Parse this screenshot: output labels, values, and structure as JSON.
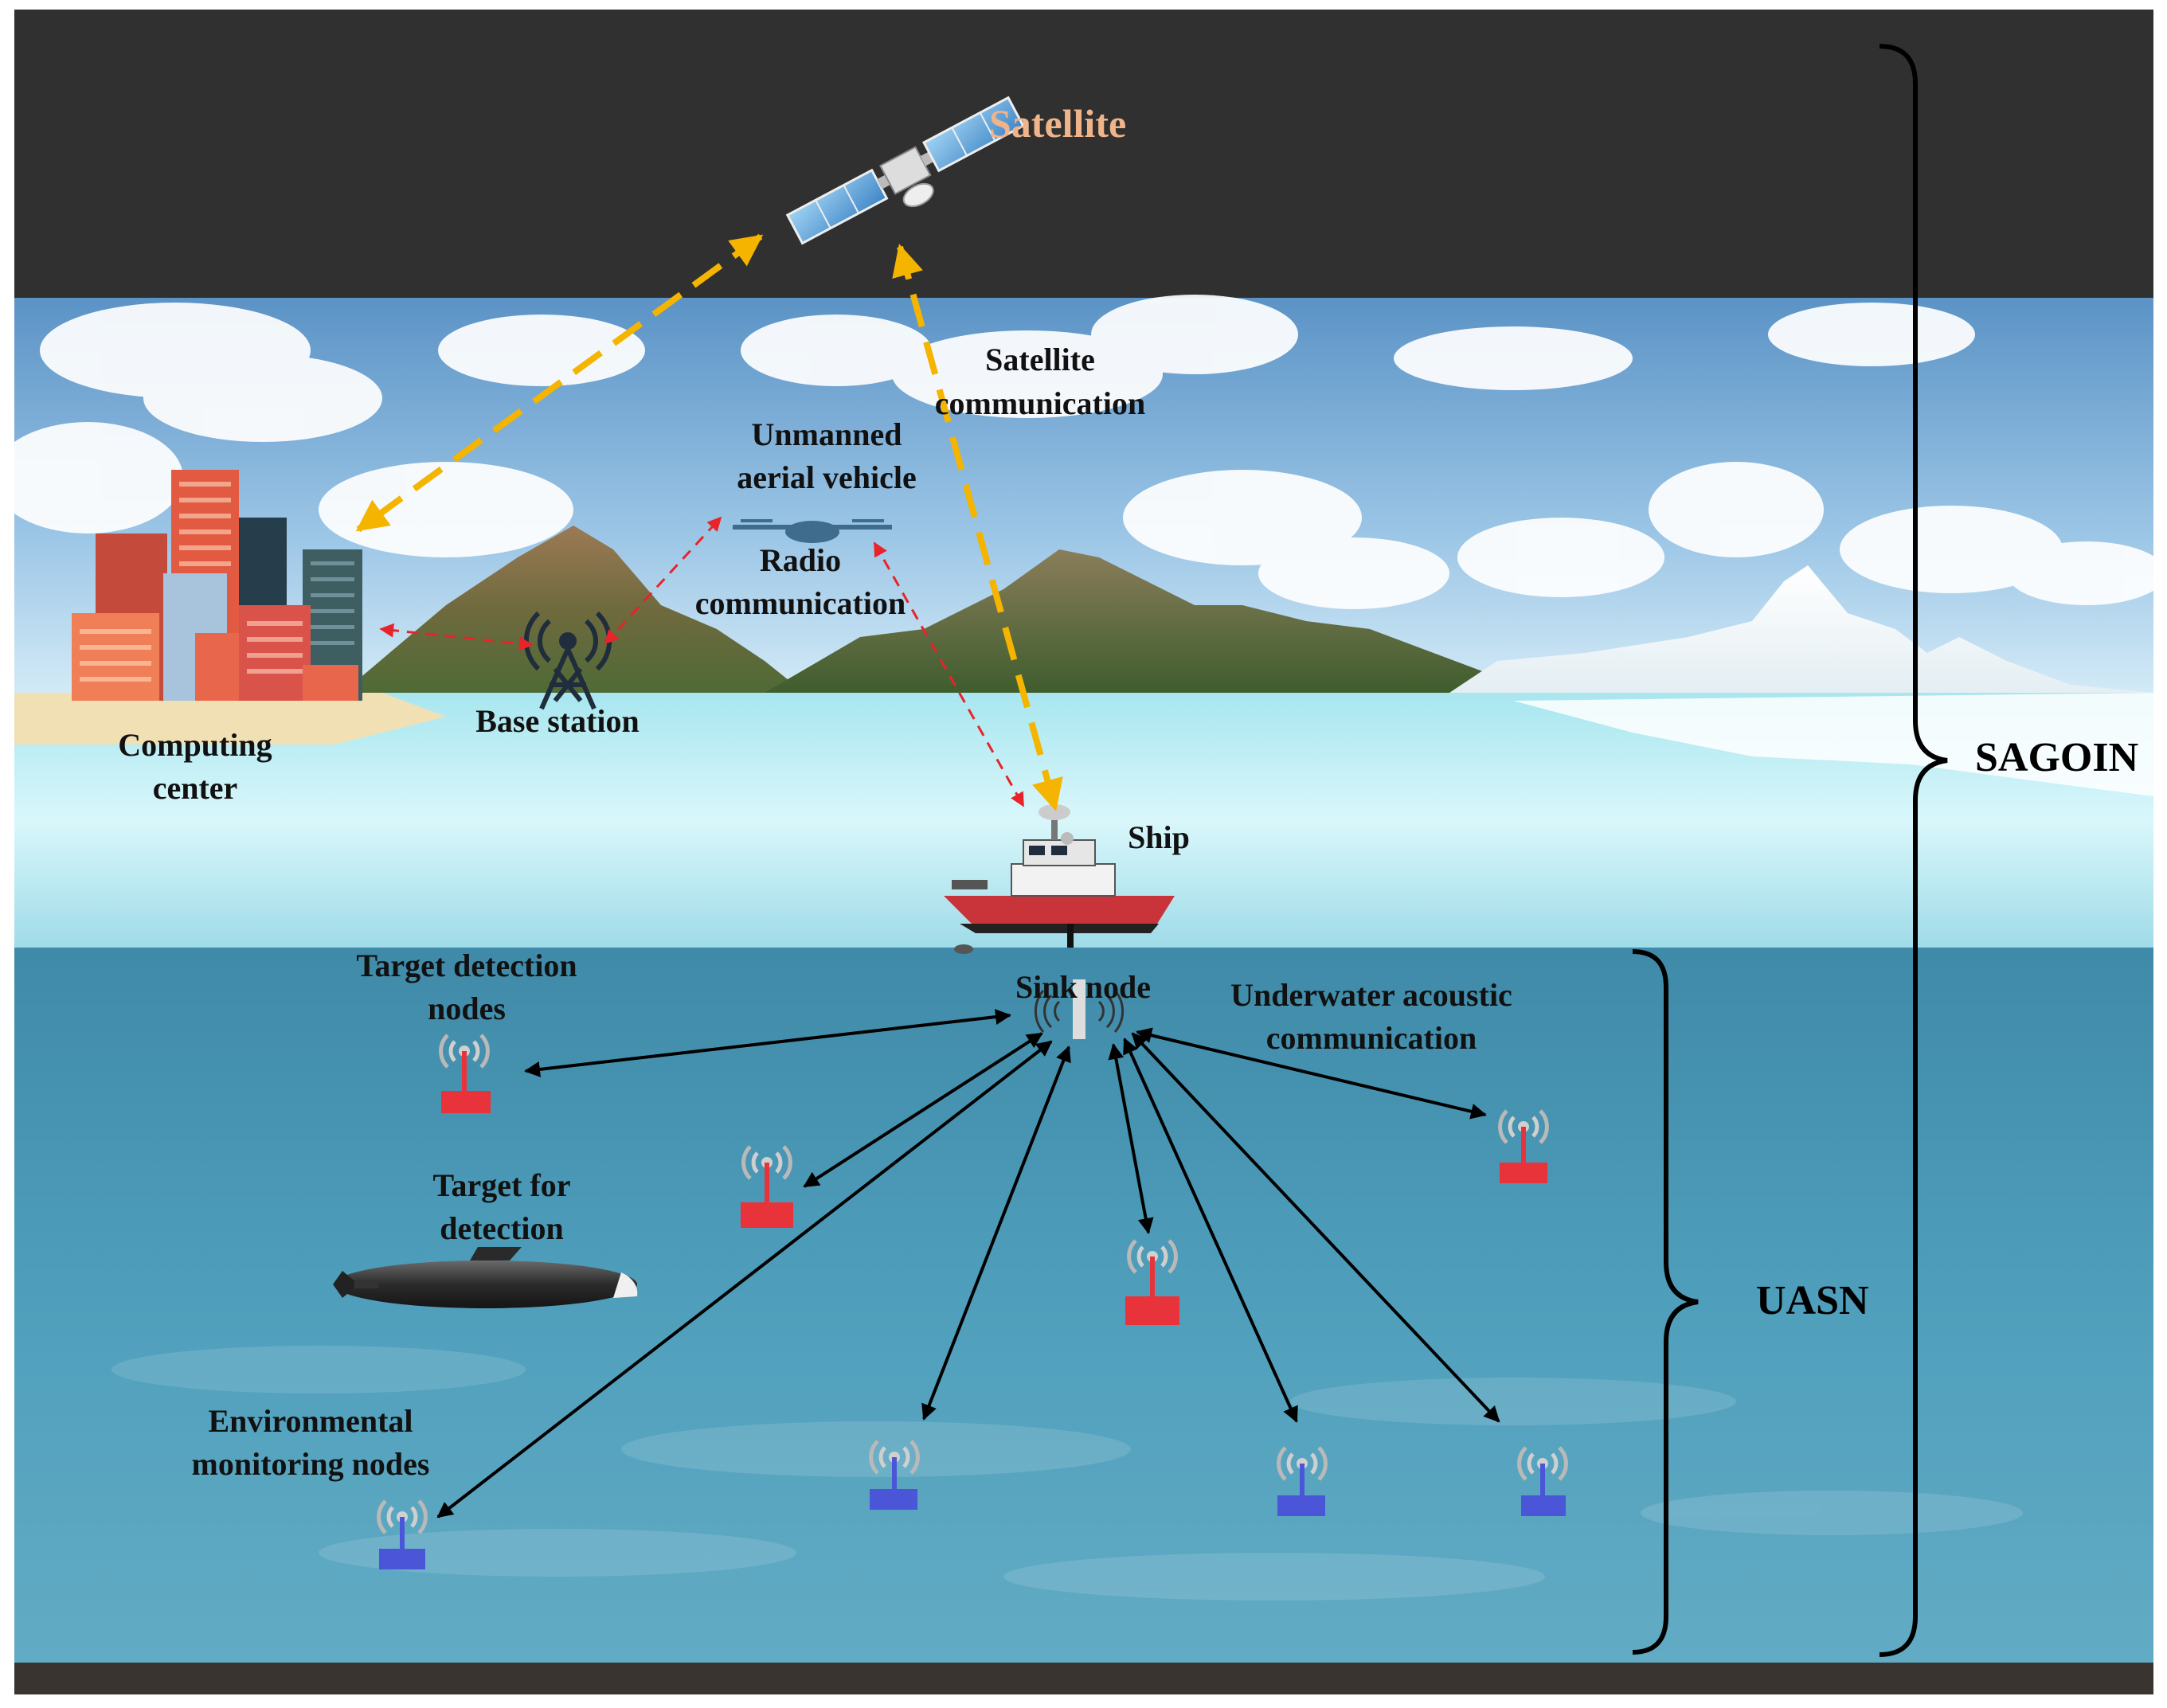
{
  "labels": {
    "satellite": "Satellite",
    "satellite_comm_line1": "Satellite",
    "satellite_comm_line2": "communication",
    "uav_line1": "Unmanned",
    "uav_line2": "aerial vehicle",
    "radio_line1": "Radio",
    "radio_line2": "communication",
    "computing_line1": "Computing",
    "computing_line2": "center",
    "base_station": "Base station",
    "ship": "Ship",
    "sink_node": "Sink node",
    "uac_line1": "Underwater acoustic",
    "uac_line2": "communication",
    "target_nodes_line1": "Target detection",
    "target_nodes_line2": "nodes",
    "target_line1": "Target for",
    "target_line2": "detection",
    "env_line1": "Environmental",
    "env_line2": "monitoring nodes",
    "sagoin": "SAGOIN",
    "uasn": "UASN"
  },
  "colors": {
    "space": "#303030",
    "sky_top": "#5b93c6",
    "sky_bottom": "#c4dff2",
    "sea_surface": "#c9f2f8",
    "deep_sea": "#4a97b5",
    "seabed": "#3a3430",
    "satellite_label": "#f0b48a",
    "satellite_link": "#f4b400",
    "radio_link": "#e8232a",
    "acoustic_link": "#000000",
    "target_node": "#e8333a",
    "env_node": "#4a55d8"
  },
  "icons": [
    "satellite-icon",
    "building-icon",
    "tower-icon",
    "drone-icon",
    "ship-icon",
    "submarine-icon",
    "sensor-node-icon"
  ]
}
